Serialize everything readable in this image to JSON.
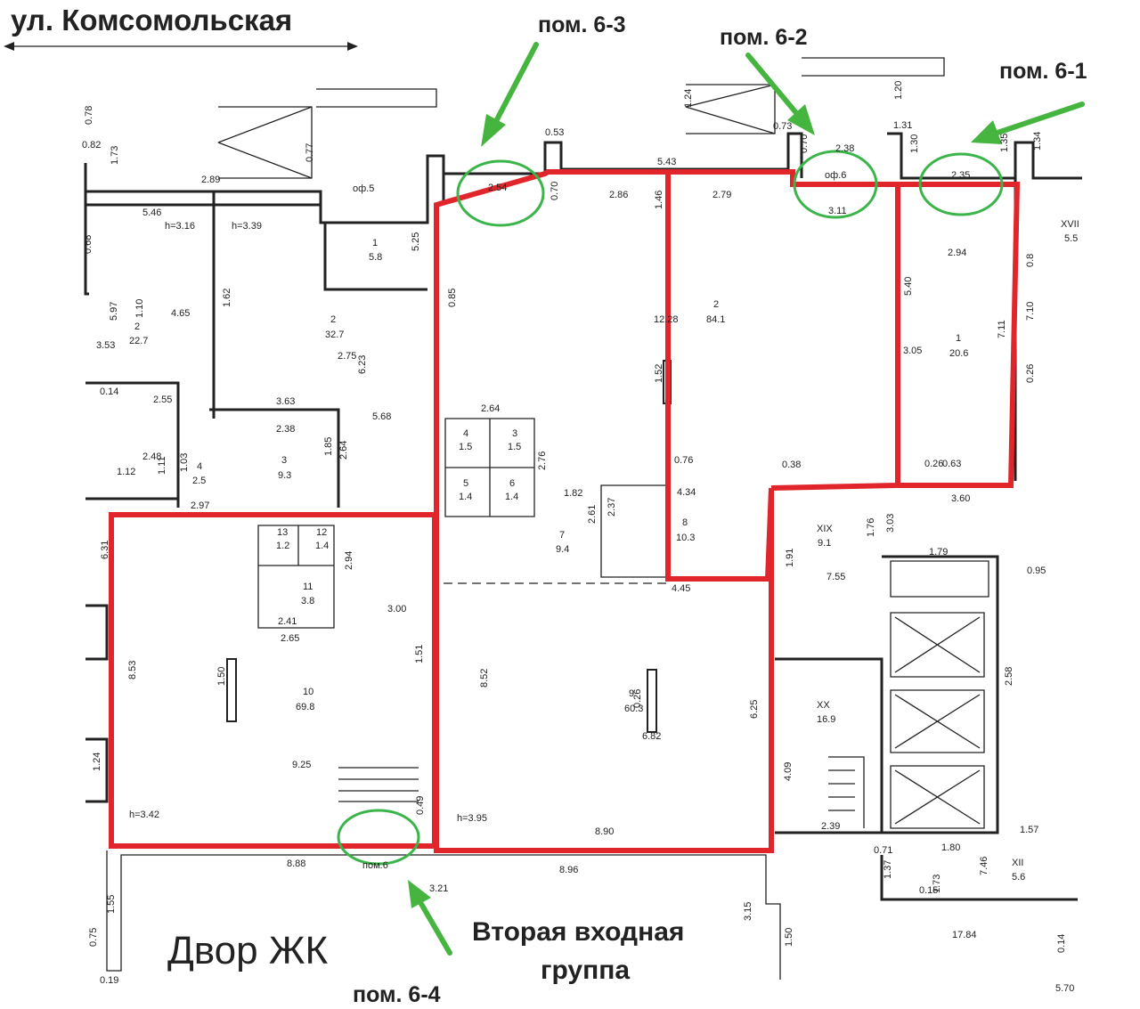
{
  "street": "ул. Комсомольская",
  "courtyard": "Двор ЖК",
  "second_entrance": [
    "Вторая входная",
    "группа"
  ],
  "premises": {
    "p63": "пом. 6-3",
    "p62": "пом. 6-2",
    "p61": "пом. 6-1",
    "p64": "пом. 6-4"
  },
  "colors": {
    "outline": "#e0262b",
    "marker": "#3bb54a"
  },
  "rooms": [
    {
      "num": "1",
      "area": "20.6"
    },
    {
      "num": "2",
      "area": "84.1"
    },
    {
      "num": "7",
      "area": "9.4"
    },
    {
      "num": "8",
      "area": "10.3"
    },
    {
      "num": "9",
      "area": "60.3"
    },
    {
      "num": "10",
      "area": "69.8"
    },
    {
      "num": "11",
      "area": "3.8"
    },
    {
      "num": "12",
      "area": "1.4"
    },
    {
      "num": "13",
      "area": "1.2"
    },
    {
      "num": "XIX",
      "area": "9.1"
    },
    {
      "num": "XX",
      "area": "16.9"
    },
    {
      "num": "XII",
      "area": "5.6"
    },
    {
      "num": "1",
      "area": "5.8"
    },
    {
      "num": "2",
      "area": "32.7"
    },
    {
      "num": "2",
      "area": "22.7"
    },
    {
      "num": "3",
      "area": "9.3"
    },
    {
      "num": "4",
      "area": "1.5"
    },
    {
      "num": "3",
      "area": "1.5"
    },
    {
      "num": "5",
      "area": "1.4"
    },
    {
      "num": "6",
      "area": "1.4"
    },
    {
      "num": "4",
      "area": "2.5"
    },
    {
      "num": "XVII",
      "area": "5.5"
    }
  ],
  "heights": [
    "h=3.16",
    "h=3.39",
    "h=3.42",
    "h=3.95"
  ],
  "openings": [
    "оф.5",
    "оф.6",
    "пом.6"
  ],
  "dimensions": [
    "2.54",
    "5.43",
    "2.86",
    "2.79",
    "3.11",
    "2.38",
    "2.35",
    "2.94",
    "7.10",
    "7.11",
    "12.28",
    "1.52",
    "1.46",
    "0.76",
    "0.38",
    "0.26",
    "0.63",
    "3.60",
    "4.34",
    "4.45",
    "2.37",
    "2.61",
    "1.82",
    "2.76",
    "2.64",
    "8.52",
    "8.53",
    "8.90",
    "8.96",
    "8.88",
    "9.25",
    "3.00",
    "2.94",
    "2.65",
    "2.41",
    "1.50",
    "1.51",
    "0.26",
    "6.82",
    "6.25",
    "4.09",
    "1.91",
    "1.76",
    "3.03",
    "1.79",
    "0.95",
    "7.55",
    "2.58",
    "2.39",
    "1.80",
    "1.57",
    "1.37",
    "7.46",
    "17.84",
    "3.21",
    "3.15",
    "1.55",
    "0.75",
    "0.19",
    "5.70",
    "2.89",
    "5.46",
    "1.62",
    "4.65",
    "5.97",
    "3.53",
    "3.63",
    "2.38",
    "2.55",
    "5.68",
    "6.23",
    "2.75",
    "2.64",
    "1.85",
    "5.25",
    "0.85",
    "0.77",
    "0.53",
    "0.70",
    "0.73",
    "1.31",
    "1.30",
    "1.20",
    "1.24",
    "0.78",
    "0.82",
    "1.73",
    "0.68",
    "0.14",
    "1.10",
    "1.12",
    "1.11",
    "2.48",
    "1.03",
    "2.97",
    "6.31",
    "1.24",
    "0.49",
    "0.71",
    "0.15",
    "1.73",
    "1.50",
    "0.14",
    "3.05",
    "5.40",
    "0.26",
    "0.8",
    "1.34",
    "1.35",
    "0.70"
  ]
}
